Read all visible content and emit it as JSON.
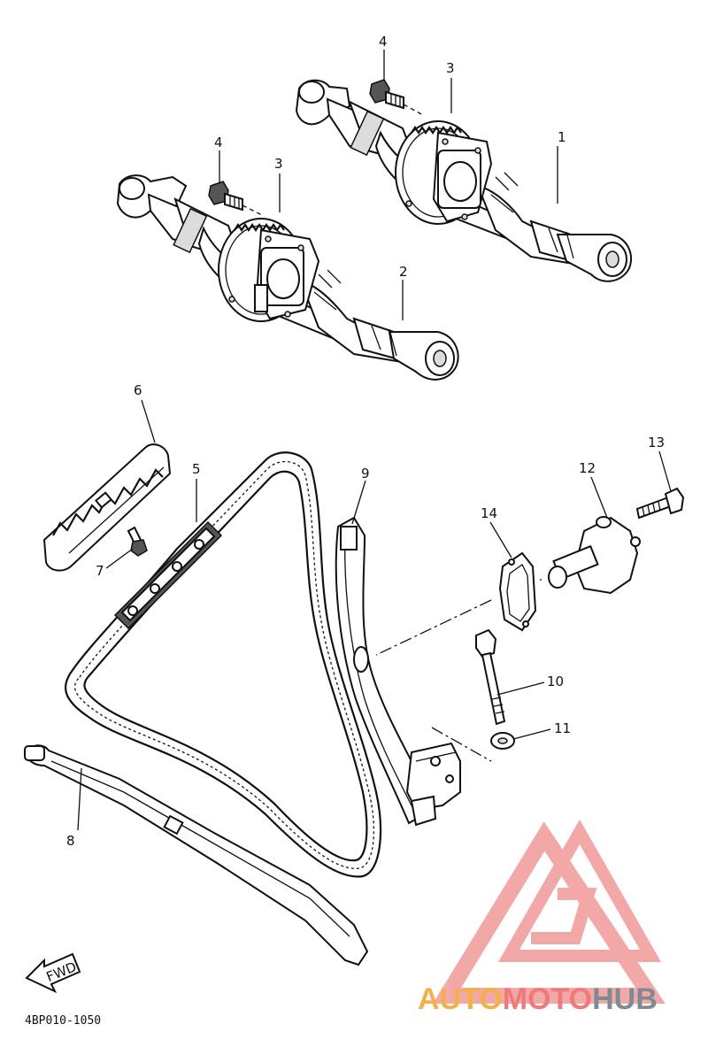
{
  "labels": {
    "l1": "1",
    "l2": "2",
    "l3a": "3",
    "l3b": "3",
    "l4a": "4",
    "l4b": "4",
    "l5": "5",
    "l6": "6",
    "l7": "7",
    "l8": "8",
    "l9": "9",
    "l10": "10",
    "l11": "11",
    "l12": "12",
    "l13": "13",
    "l14": "14"
  },
  "fwd_label": "FWD",
  "diagram_code": "4BP010-1050",
  "watermark": {
    "part1": "AUTO",
    "part2": "MOTO",
    "part3": "HUB",
    "color_orange": "#f3b04a",
    "color_red": "#ee7a7a",
    "color_gray": "#808a92"
  }
}
